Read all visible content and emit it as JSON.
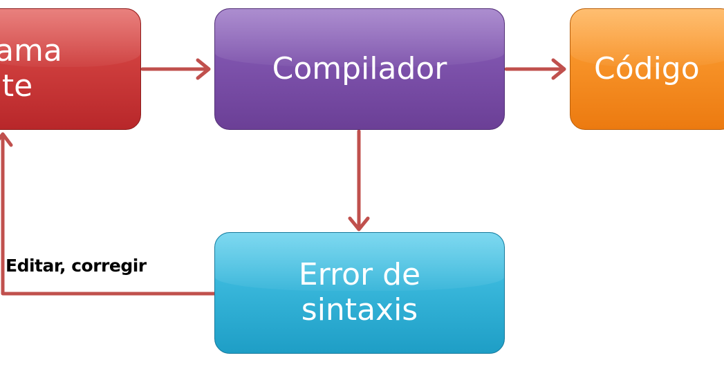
{
  "nodes": {
    "programa": {
      "line1": "rama",
      "line2": "nte"
    },
    "compilador": {
      "label": "Compilador"
    },
    "codigo": {
      "label": "Código"
    },
    "error": {
      "line1": "Error de",
      "line2": "sintaxis"
    }
  },
  "edges": {
    "feedback_label": "Editar, corregir"
  },
  "colors": {
    "arrow": "#c0504d",
    "programa": "#c0504d",
    "compilador": "#8064a2",
    "codigo": "#f79646",
    "error": "#4bacc6"
  }
}
